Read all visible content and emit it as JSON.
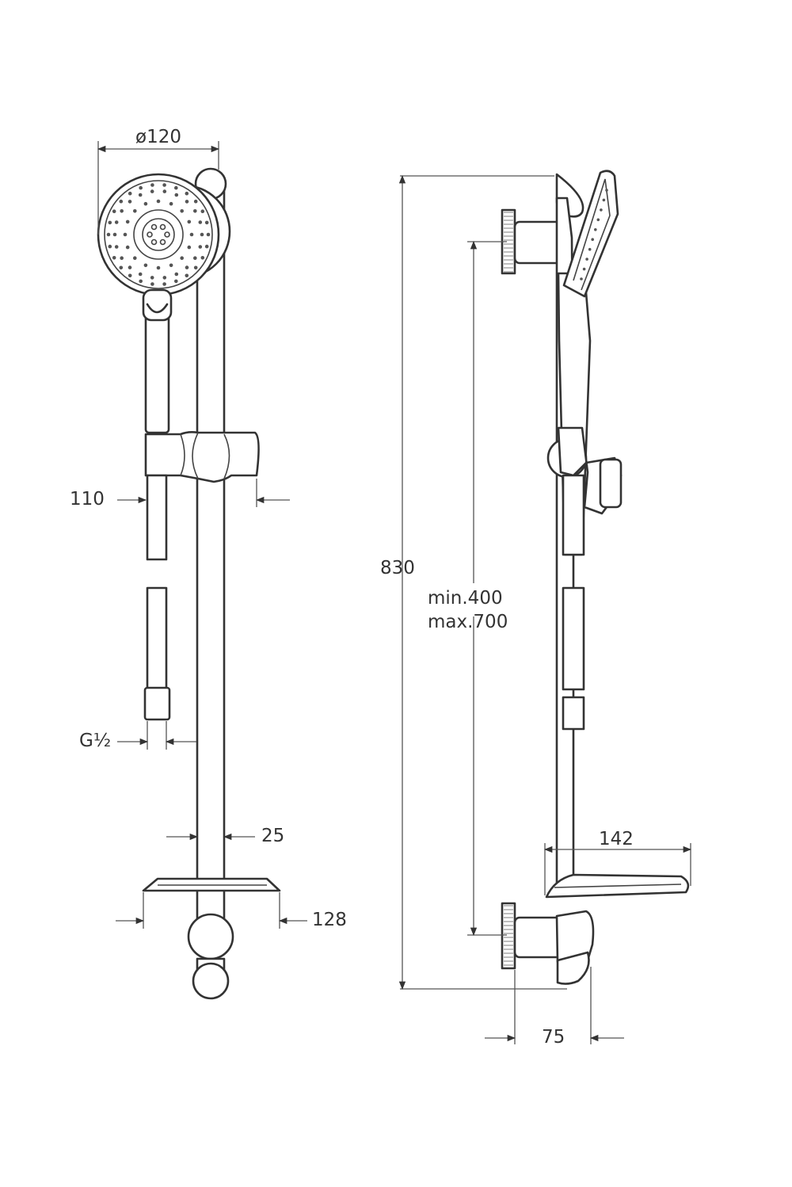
{
  "labels": {
    "head_diameter": "ø120",
    "holder_offset": "110",
    "hose_thread": "G½",
    "rail_width": "25",
    "dish_width": "128",
    "total_height": "830",
    "adjust_min": "min.400",
    "adjust_max": "max.700",
    "dish_depth": "142",
    "wall_projection": "75"
  },
  "colors": {
    "line": "#333333",
    "background": "#ffffff",
    "hatch": "#888888"
  }
}
